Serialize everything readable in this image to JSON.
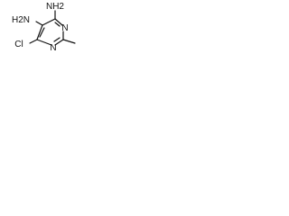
{
  "molecule": {
    "labels": {
      "nh2_top": "NH2",
      "h2n_left": "H2N",
      "cl": "Cl",
      "n_right": "N",
      "n_bottom": "N"
    }
  }
}
